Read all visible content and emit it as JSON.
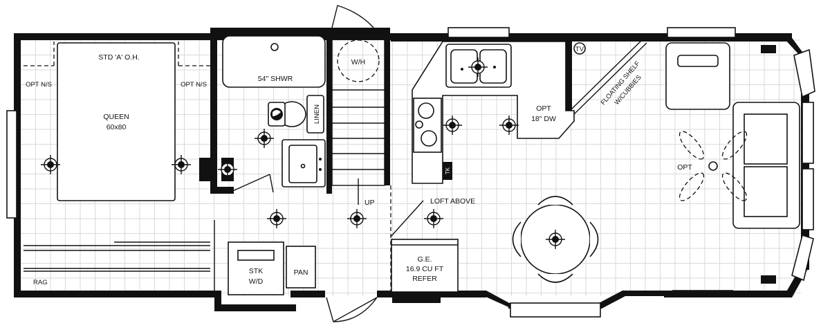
{
  "rooms": {
    "bedroom": {
      "overhead": "STD 'A' O.H.",
      "nightstand_left": "OPT N/S",
      "nightstand_right": "OPT N/S",
      "bed_line1": "QUEEN",
      "bed_line2": "60x80",
      "rag": "RAG"
    },
    "bath": {
      "shower": "54\" SHWR",
      "linen": "LINEN"
    },
    "stair": {
      "water_heater": "W/H",
      "up": "UP",
      "loft": "LOFT ABOVE"
    },
    "laundry": {
      "washer_line1": "STK",
      "washer_line2": "W/D",
      "pan": "PAN"
    },
    "kitchen": {
      "dishwasher_line1": "OPT",
      "dishwasher_line2": "18\" DW",
      "shelf_line1": "FLOATING SHELF",
      "shelf_line2": "W/CUBBIES",
      "tv": "TV",
      "tk": "TK",
      "fridge_line1": "G.E.",
      "fridge_line2": "16.9 CU FT",
      "fridge_line3": "REFER"
    },
    "living": {
      "fan": "OPT"
    }
  },
  "icons": [
    "ceiling-light-icon",
    "ceiling-fan-icon",
    "door-swing-icon",
    "sink-icon",
    "toilet-icon",
    "range-icon"
  ]
}
